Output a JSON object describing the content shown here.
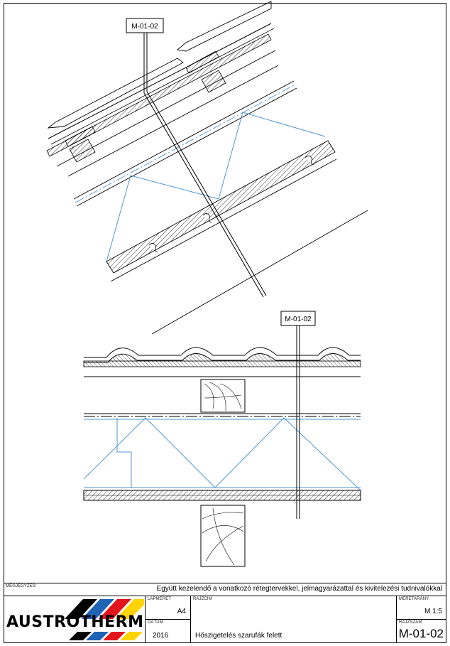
{
  "section_markers": {
    "top": "M-01-02",
    "bottom": "M-01-02"
  },
  "title_block": {
    "note_label": "MEGJEGYZÉS:",
    "note_text": "Együtt kezelendő a vonatkozó rétegtervekkel, jelmagyarázattal és kivitelezési tudnivalókkal",
    "paper_size_label": "LAPMÉRET",
    "paper_size": "A4",
    "drawing_title_label": "RAJZCÍM",
    "drawing_title": "Hőszigetelés szarufák felett",
    "scale_label": "MÉRETARÁNY",
    "scale": "M 1:5",
    "date_label": "DÁTUM",
    "date": "2016",
    "drawing_no_label": "RAJZSZÁM",
    "drawing_no": "M-01-02",
    "logo_text": "AUSTROTHERM"
  },
  "colors": {
    "line": "#000000",
    "insulation_truss": "#4f97d0",
    "logo_black": "#000000",
    "logo_blue": "#1f63b4",
    "logo_red": "#e3141b",
    "logo_yellow": "#ffd400"
  }
}
